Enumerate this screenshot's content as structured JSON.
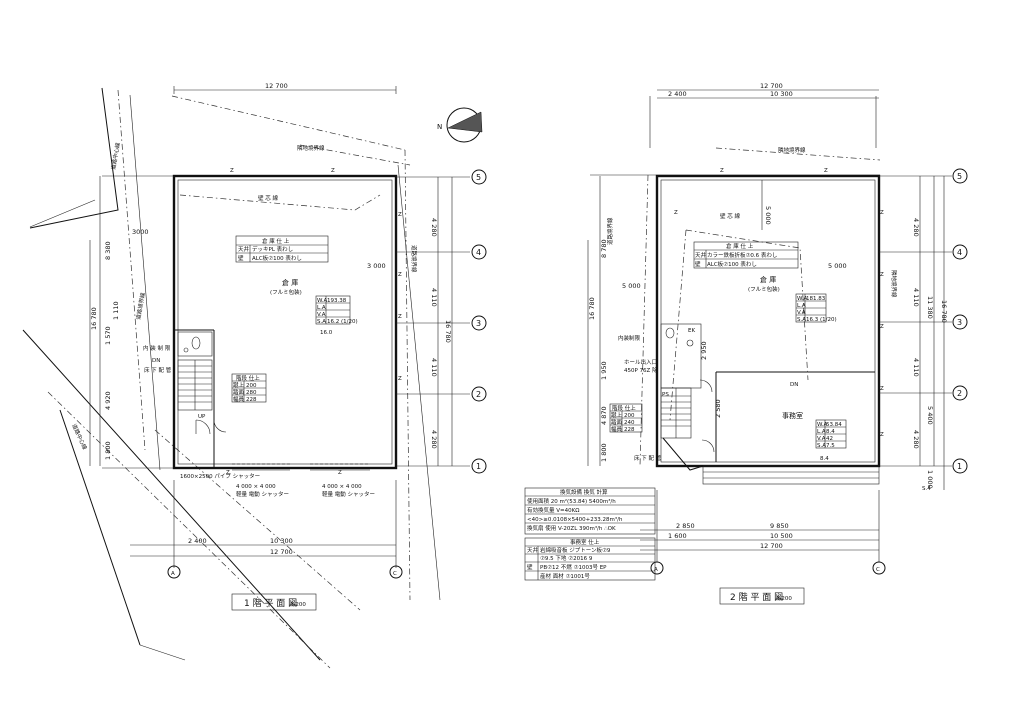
{
  "floor1": {
    "title": "1 階 平 面 図",
    "scale": "S/200",
    "dims": {
      "top_total": "12 700",
      "bottom_left": "2 400",
      "bottom_mid": "10 300",
      "bottom_total": "12 700",
      "left_total": "16 780",
      "left_a": "8 380",
      "left_b": "4 920",
      "left_c": "1 800",
      "left_d": "1 570",
      "left_e": "1 110",
      "right_a": "4 280",
      "right_b": "4 110",
      "right_c": "4 110",
      "right_d": "4 280",
      "right_total": "16 780",
      "diag_a": "3000",
      "diag_b": "3 000"
    },
    "labels": {
      "setback_line": "隣地境界線",
      "building_line": "道路中心線",
      "road_line": "道路境界線",
      "north_road": "道路境界線",
      "wall_line": "壁 芯 線",
      "road_center": "道路中心線"
    },
    "finish": {
      "heading": "倉 庫 仕 上",
      "rows": [
        [
          "天井",
          "デッキPL 表わし"
        ],
        [
          "壁",
          "ALC板⑦100 表わし"
        ]
      ]
    },
    "room": {
      "name": "倉 庫",
      "sub": "(フルミ包装)"
    },
    "area": {
      "rows": [
        [
          "W.A",
          "193.38"
        ],
        [
          "L.A",
          ""
        ],
        [
          "V.A",
          ""
        ],
        [
          "S.A",
          "16.2 (1/20)"
        ]
      ],
      "ratio": "16.0"
    },
    "stair": {
      "heading": "階段 仕上",
      "rows": [
        [
          "蹴上",
          "200"
        ],
        [
          "踏面",
          "280"
        ],
        [
          "幅員",
          "228"
        ]
      ],
      "up": "UP"
    },
    "notes": {
      "misc1": "DN",
      "misc2": "内 装 制 限",
      "misc3": "床 下 配 管",
      "door": "1600×2500\nパイプ シャッター",
      "shutter1": "4 000 × 4 000",
      "shutter1b": "軽量 電動 シャッター",
      "shutter2": "4 000 × 4 000",
      "shutter2b": "軽量 電動 シャッター"
    },
    "axes": [
      "5",
      "4",
      "3",
      "2",
      "1",
      "A",
      "C"
    ]
  },
  "floor2": {
    "title": "2 階 平 面 図",
    "scale": "S/200",
    "dims": {
      "top_left": "2 400",
      "top_mid": "10 300",
      "top_total": "12 700",
      "bottom_a": "2 850",
      "bottom_b": "9 850",
      "bottom_c": "1 600",
      "bottom_d": "10 500",
      "bottom_total": "12 700",
      "left_total": "16 780",
      "left_a": "8 780",
      "left_b": "1 950",
      "left_c": "4 870",
      "left_d": "1 800",
      "right_a": "4 280",
      "right_b": "4 110",
      "right_c": "4 110",
      "right_d": "4 280",
      "right_e": "5 400",
      "right_f": "1 000",
      "right_total": "16 780",
      "right_total2": "11 380",
      "inner_a": "5 000",
      "inner_b": "5 000",
      "inner_c": "2 950",
      "inner_d": "2 580",
      "inner_e": "5 000"
    },
    "labels": {
      "north_road": "隣地境界線",
      "road": "道路境界線",
      "wall_line": "壁 芯 線",
      "setback": "隣地境界線"
    },
    "finish": {
      "heading": "倉 庫 仕 上",
      "rows": [
        [
          "天井",
          "カラー鉄板折板⑦0.6 表わし"
        ],
        [
          "壁",
          "ALC板⑦100 表わし"
        ]
      ]
    },
    "room": {
      "name": "倉 庫",
      "sub": "(フルミ包装)"
    },
    "area": {
      "rows": [
        [
          "W.A",
          "181.83"
        ],
        [
          "L.A",
          ""
        ],
        [
          "V.A",
          ""
        ],
        [
          "S.A",
          "16.3 (1/20)"
        ]
      ]
    },
    "office": {
      "name": "事務室",
      "rows": [
        [
          "W.A",
          "53.84"
        ],
        [
          "L.A",
          "8.4"
        ],
        [
          "V.A",
          "42"
        ],
        [
          "S.A",
          "7.5"
        ]
      ],
      "ratio": "8.4"
    },
    "stair": {
      "heading": "階段 仕上",
      "rows": [
        [
          "蹴上",
          "200"
        ],
        [
          "踏面",
          "240"
        ],
        [
          "幅員",
          "228"
        ]
      ]
    },
    "ventilation": {
      "heading": "換気設備 換気 計算",
      "rows": [
        "使用面積 20 m²(53.84) 5400m³/h",
        "有効換気量 V=40KΩ",
        "<40>≥0.0108×5400+233.28m³/h",
        "換気扇 使用 V-20ZL 390m³/h ∴OK"
      ]
    },
    "office_finish": {
      "heading": "事務室 仕上",
      "rows": [
        [
          "天井",
          "岩綿吸音板 ジプトーン板⑦9"
        ],
        [
          "",
          "⑦9.5 下地 ⑦2016 9"
        ],
        [
          "壁",
          "PB⑦12 不燃 ⑦1003号 EP"
        ],
        [
          "",
          "産材 面材 ⑦1001号"
        ]
      ]
    },
    "notes": {
      "note1": "ホール出入口",
      "note2": "450P 76Z 除",
      "note3": "PS",
      "note4": "EK",
      "note5": "床 下 配 管",
      "note6": "内装制限",
      "dn": "DN",
      "ratio2": "S.4"
    },
    "axes": [
      "5",
      "4",
      "3",
      "2",
      "1",
      "A",
      "C"
    ]
  }
}
